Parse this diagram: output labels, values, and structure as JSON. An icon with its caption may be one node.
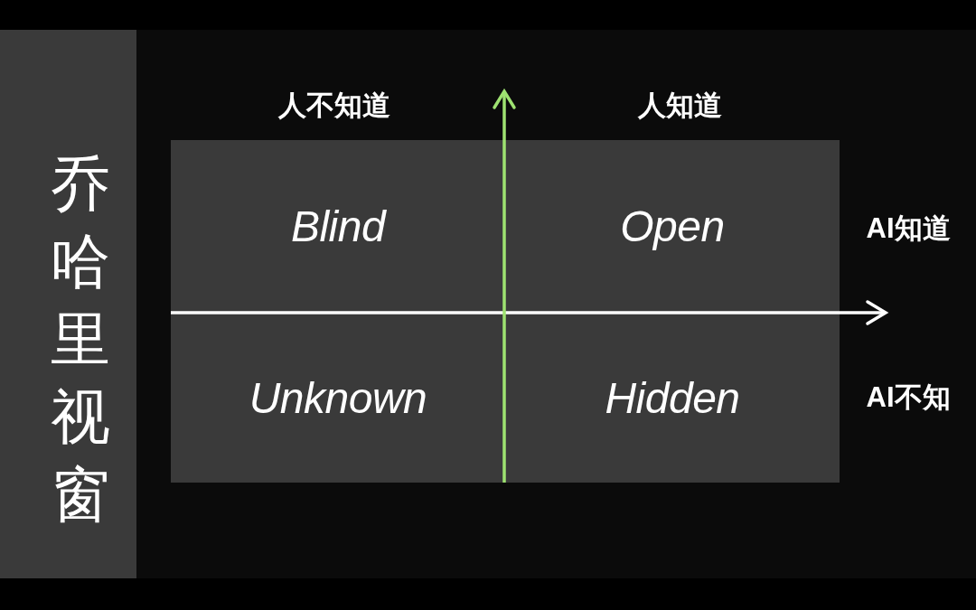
{
  "diagram": {
    "title": "乔哈里视窗",
    "nodes": [
      {
        "text": [
          "Blind"
        ]
      },
      {
        "text": [
          "Open"
        ]
      },
      {
        "text": [
          "Unknown"
        ]
      },
      {
        "text": [
          "Hidden"
        ]
      }
    ],
    "labels": [
      "人不知道",
      "人知道",
      "AI知道",
      "AI不知"
    ]
  }
}
